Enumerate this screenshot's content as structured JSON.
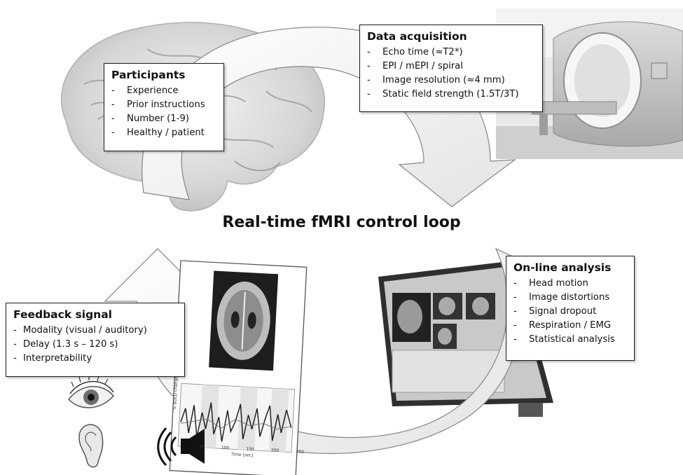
{
  "title": "Real-time fMRI control loop",
  "participants": {
    "heading": "Participants",
    "items": [
      "Experience",
      "Prior instructions",
      "Number (1-9)",
      "Healthy / patient"
    ]
  },
  "data_acquisition": {
    "heading": "Data acquisition",
    "items": [
      "Echo time (≈T2*)",
      "EPI / mEPI / spiral",
      "Image resolution (≈4 mm)",
      "Static field strength (1.5T/3T)"
    ]
  },
  "online_analysis": {
    "heading": "On-line analysis",
    "items": [
      "Head motion",
      "Image distortions",
      "Signal dropout",
      "Respiration / EMG",
      "Statistical analysis"
    ]
  },
  "feedback_signal": {
    "heading": "Feedback signal",
    "items": [
      "Modality (visual / auditory)",
      "Delay (1.3 s – 120 s)",
      "Interpretability"
    ]
  },
  "plot": {
    "ylabel": "% BOLD change",
    "xlabel": "Time [sec]",
    "ticks": [
      "50",
      "100",
      "150",
      "200",
      "250"
    ]
  },
  "icons": [
    "brain-image",
    "mri-scanner-image",
    "monitor-image",
    "brain-slice-image",
    "eye-icon",
    "ear-icon",
    "speaker-icon"
  ]
}
